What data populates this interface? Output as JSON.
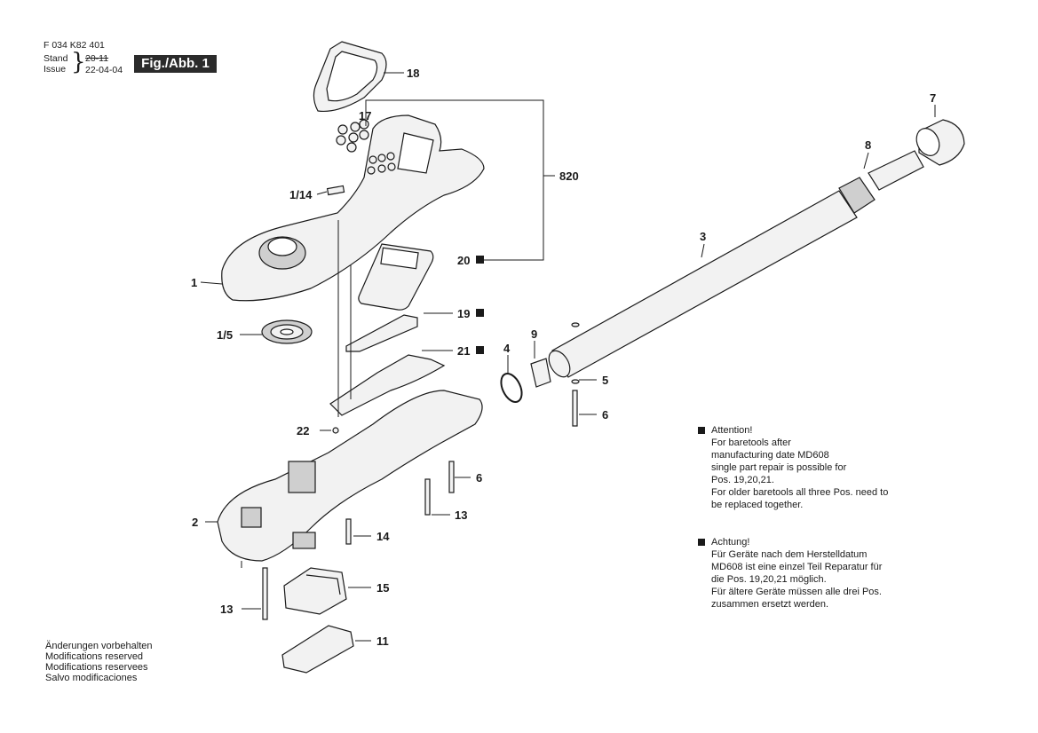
{
  "header": {
    "document_number": "F 034 K82 401",
    "stand_label": "Stand",
    "issue_label": "Issue",
    "old_version": "20-11",
    "new_version": "22-04-04",
    "figure_label": "Fig./Abb. 1"
  },
  "part_labels": {
    "p18": "18",
    "p17": "17",
    "p820": "820",
    "p1_14": "1/14",
    "p20": "20",
    "p1": "1",
    "p19": "19",
    "p1_5": "1/5",
    "p21": "21",
    "p22": "22",
    "p2": "2",
    "p14": "14",
    "p13a": "13",
    "p6a": "6",
    "p13b": "13",
    "p15": "15",
    "p11": "11",
    "p4": "4",
    "p9": "9",
    "p5": "5",
    "p6b": "6",
    "p3": "3",
    "p8": "8",
    "p7": "7"
  },
  "notes": {
    "english": {
      "lines": [
        "Attention!",
        "For baretools after",
        "manufacturing date MD608",
        "single part repair is possible for",
        "Pos. 19,20,21.",
        "For older baretools all three Pos. need to",
        "be replaced together."
      ]
    },
    "german": {
      "lines": [
        "Achtung!",
        "Für Geräte nach dem Herstelldatum",
        "MD608 ist eine einzel Teil Reparatur für",
        "die Pos. 19,20,21 möglich.",
        "Für ältere Geräte müssen alle drei Pos.",
        "zusammen ersetzt werden."
      ]
    }
  },
  "footer": {
    "lines": [
      "Änderungen vorbehalten",
      "Modifications reserved",
      "Modifications reservees",
      "Salvo modificaciones"
    ]
  },
  "colors": {
    "ink": "#1a1a1a",
    "part_fill": "#f2f2f2",
    "part_shade": "#cfcfcf",
    "label_bg": "#2b2b2b"
  }
}
